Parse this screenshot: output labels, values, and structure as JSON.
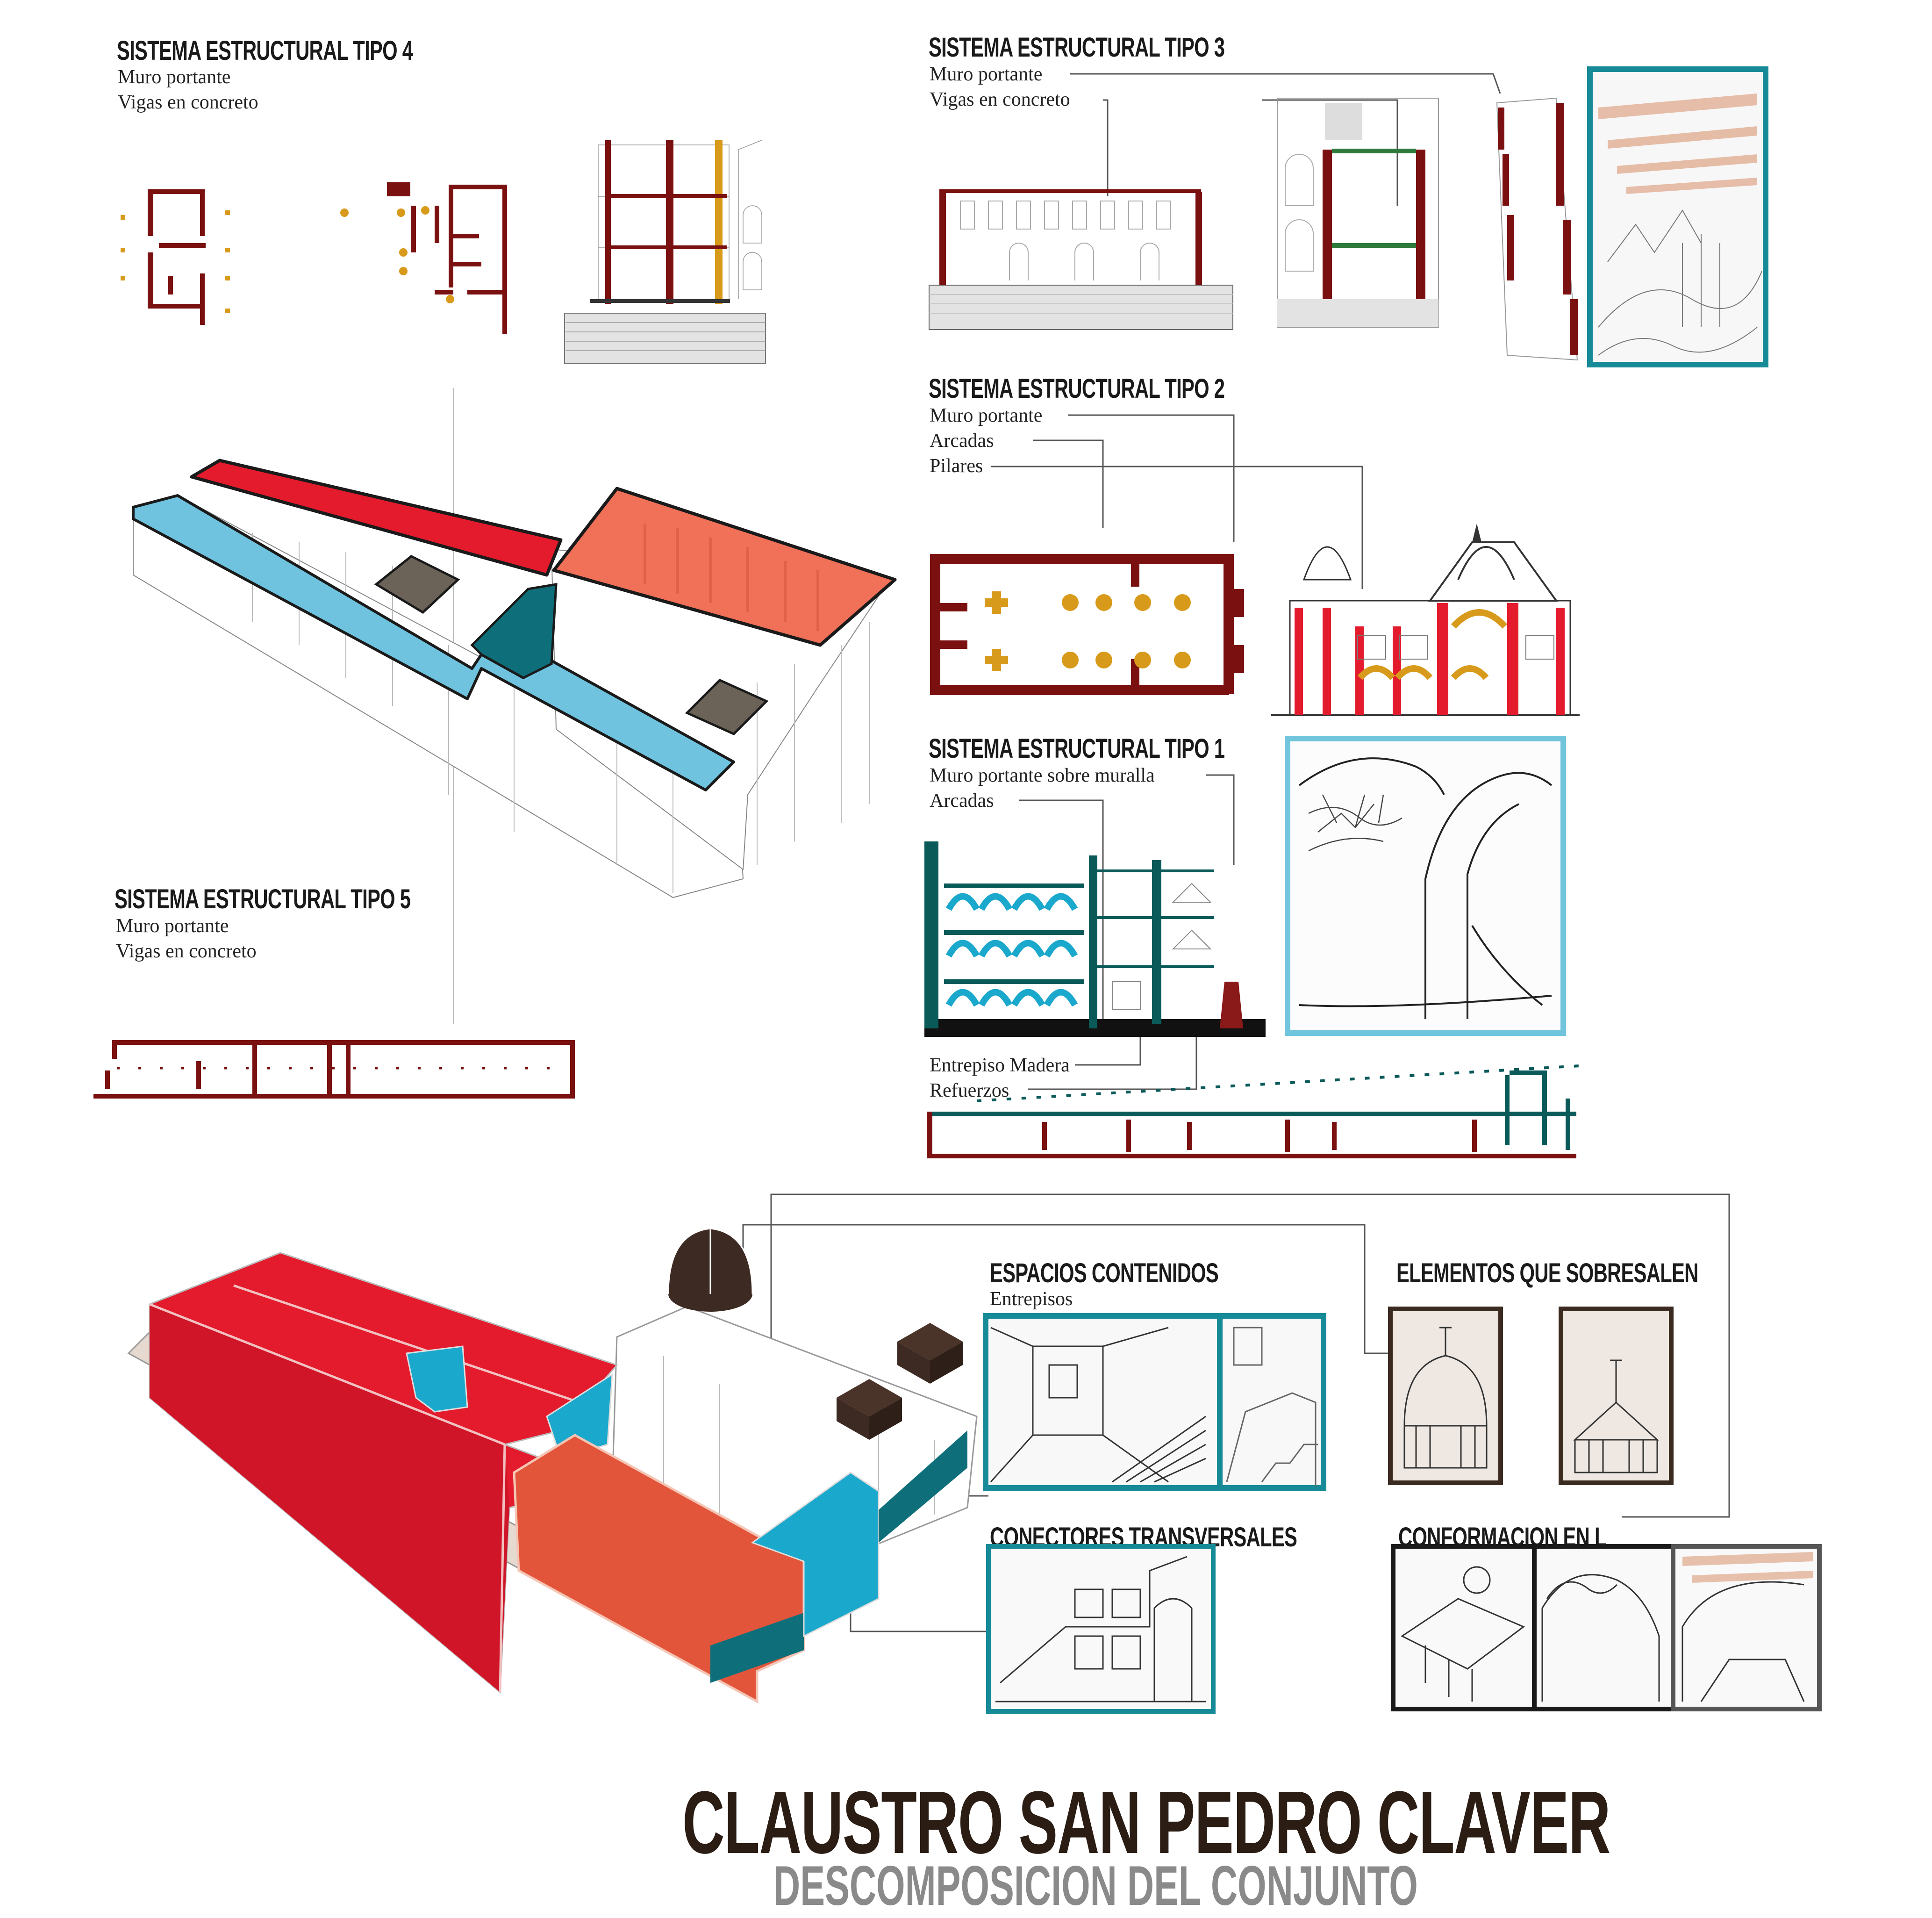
{
  "sections": {
    "tipo4": {
      "title": "SISTEMA ESTRUCTURAL TIPO 4",
      "lines": [
        "Muro portante",
        "Vigas en concreto"
      ]
    },
    "tipo3": {
      "title": "SISTEMA ESTRUCTURAL TIPO 3",
      "lines": [
        "Muro portante",
        "Vigas en concreto"
      ]
    },
    "tipo2": {
      "title": "SISTEMA ESTRUCTURAL TIPO 2",
      "lines": [
        "Muro portante",
        "Arcadas",
        "Pilares"
      ]
    },
    "tipo1": {
      "title": "SISTEMA ESTRUCTURAL TIPO 1",
      "lines": [
        "Muro portante sobre muralla",
        "Arcadas"
      ],
      "extra_lines": [
        "Entrepiso Madera",
        "Refuerzos"
      ]
    },
    "tipo5": {
      "title": "SISTEMA ESTRUCTURAL TIPO 5",
      "lines": [
        "Muro portante",
        "Vigas en concreto"
      ]
    }
  },
  "analysis": {
    "espacios": {
      "title": "ESPACIOS CONTENIDOS",
      "sub": "Entrepisos"
    },
    "elementos": {
      "title": "ELEMENTOS QUE SOBRESALEN"
    },
    "conectores": {
      "title": "CONECTORES TRANSVERSALES"
    },
    "conformacion": {
      "title": "CONFORMACION EN L"
    }
  },
  "footer": {
    "title": "CLAUSTRO SAN PEDRO CLAVER",
    "subtitle": "DESCOMPOSICION DEL CONJUNTO"
  },
  "colors": {
    "wall": "#7a1010",
    "pillar": "#d89a1a",
    "red": "#e31b2d",
    "salmon": "#f07058",
    "orange": "#e2553a",
    "sky": "#6fc3de",
    "cyan": "#1aa8cc",
    "teal": "#0e6f7a",
    "darkteal": "#0b5a5a",
    "brown": "#3d2a22",
    "frame_teal": "#168a96",
    "frame_light": "#70c4dc",
    "frame_brown": "#3a2a20",
    "frame_black": "#1a1a1a",
    "frame_grey": "#555555"
  }
}
